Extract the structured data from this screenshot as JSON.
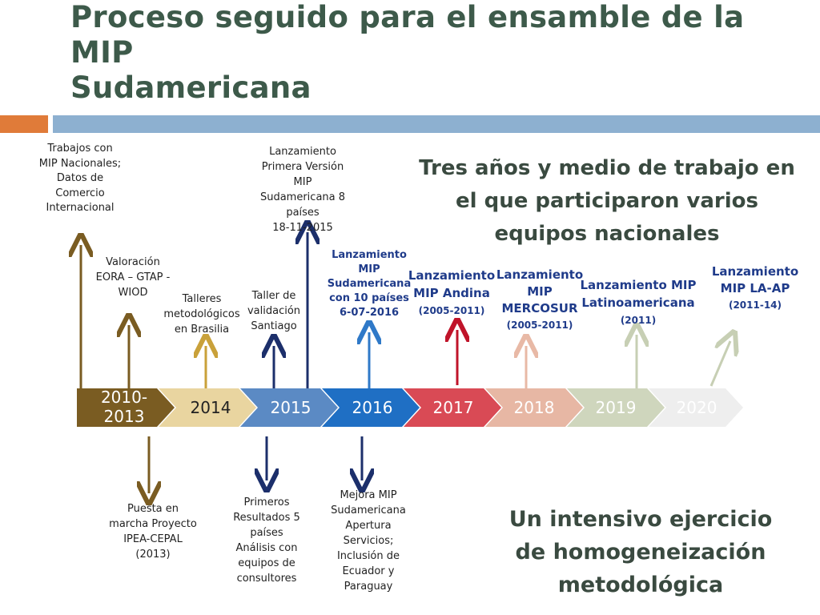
{
  "title": {
    "line1": "Proceso seguido para el ensamble de la MIP",
    "line2": "Sudamericana"
  },
  "headline_top": {
    "line1": "Tres años y medio de trabajo en",
    "line2": "el que participaron varios",
    "line3": "equipos nacionales"
  },
  "headline_bottom": {
    "line1": "Un intensivo ejercicio",
    "line2": "de homogeneización",
    "line3": "metodológica"
  },
  "timeline": {
    "years": [
      "2010-",
      "2013",
      "2014",
      "2015",
      "2016",
      "2017",
      "2018",
      "2019",
      "2020"
    ]
  },
  "notes_above": {
    "trabajos": {
      "l1": "Trabajos con",
      "l2": "MIP Nacionales;",
      "l3": "Datos de",
      "l4": "Comercio",
      "l5": "Internacional"
    },
    "valoracion": {
      "l1": "Valoración",
      "l2": "EORA – GTAP -",
      "l3": "WIOD"
    },
    "talleres": {
      "l1": "Talleres",
      "l2": "metodológicos",
      "l3": "en Brasilia"
    },
    "taller_val": {
      "l1": "Taller de",
      "l2": "validación",
      "l3": "Santiago"
    },
    "primera": {
      "l1": "Lanzamiento",
      "l2": "Primera Versión",
      "l3": "MIP",
      "l4": "Sudamericana 8",
      "l5": "países",
      "l6": "18-11-2015"
    }
  },
  "launches": {
    "sud10": {
      "l1": "Lanzamiento",
      "l2": "MIP",
      "l3": "Sudamericana",
      "l4": "con 10 países",
      "l5": "6-07-2016"
    },
    "andina": {
      "l1": "Lanzamiento",
      "l2": "MIP Andina",
      "l3": "(2005-2011)"
    },
    "mercosur": {
      "l1": "Lanzamiento",
      "l2": "MIP",
      "l3": "MERCOSUR",
      "l4": "(2005-2011)"
    },
    "latino": {
      "l1": "Lanzamiento MIP",
      "l2": "Latinoamericana",
      "l3": "(2011)"
    },
    "laap": {
      "l1": "Lanzamiento",
      "l2": "MIP LA-AP",
      "l3": "(2011-14)"
    }
  },
  "notes_below": {
    "puesta": {
      "l1": "Puesta en",
      "l2": "marcha Proyecto",
      "l3": "IPEA-CEPAL",
      "l4": "(2013)"
    },
    "primeros": {
      "l1": "Primeros",
      "l2": "Resultados 5",
      "l3": "países",
      "l4": "Análisis con",
      "l5": "equipos de",
      "l6": "consultores"
    },
    "mejora": {
      "l1": "Mejora MIP",
      "l2": "Sudamericana",
      "l3": "Apertura",
      "l4": "Servicios;",
      "l5": "Inclusión de",
      "l6": "Ecuador y",
      "l7": "Paraguay"
    }
  },
  "colors": {
    "title": "#3d5a4a",
    "accent_orange": "#e07b39",
    "accent_blue": "#8db0d0",
    "seg_2013": "#7a5c22",
    "seg_2014": "#e9d5a0",
    "seg_2015": "#5b8ac4",
    "seg_2016": "#1f6fc4",
    "seg_2017": "#d94a55",
    "seg_2018": "#e7b7a4",
    "seg_2019": "#cfd6bd",
    "seg_2020": "#eeeeee",
    "launch_text": "#1f3b8a"
  }
}
